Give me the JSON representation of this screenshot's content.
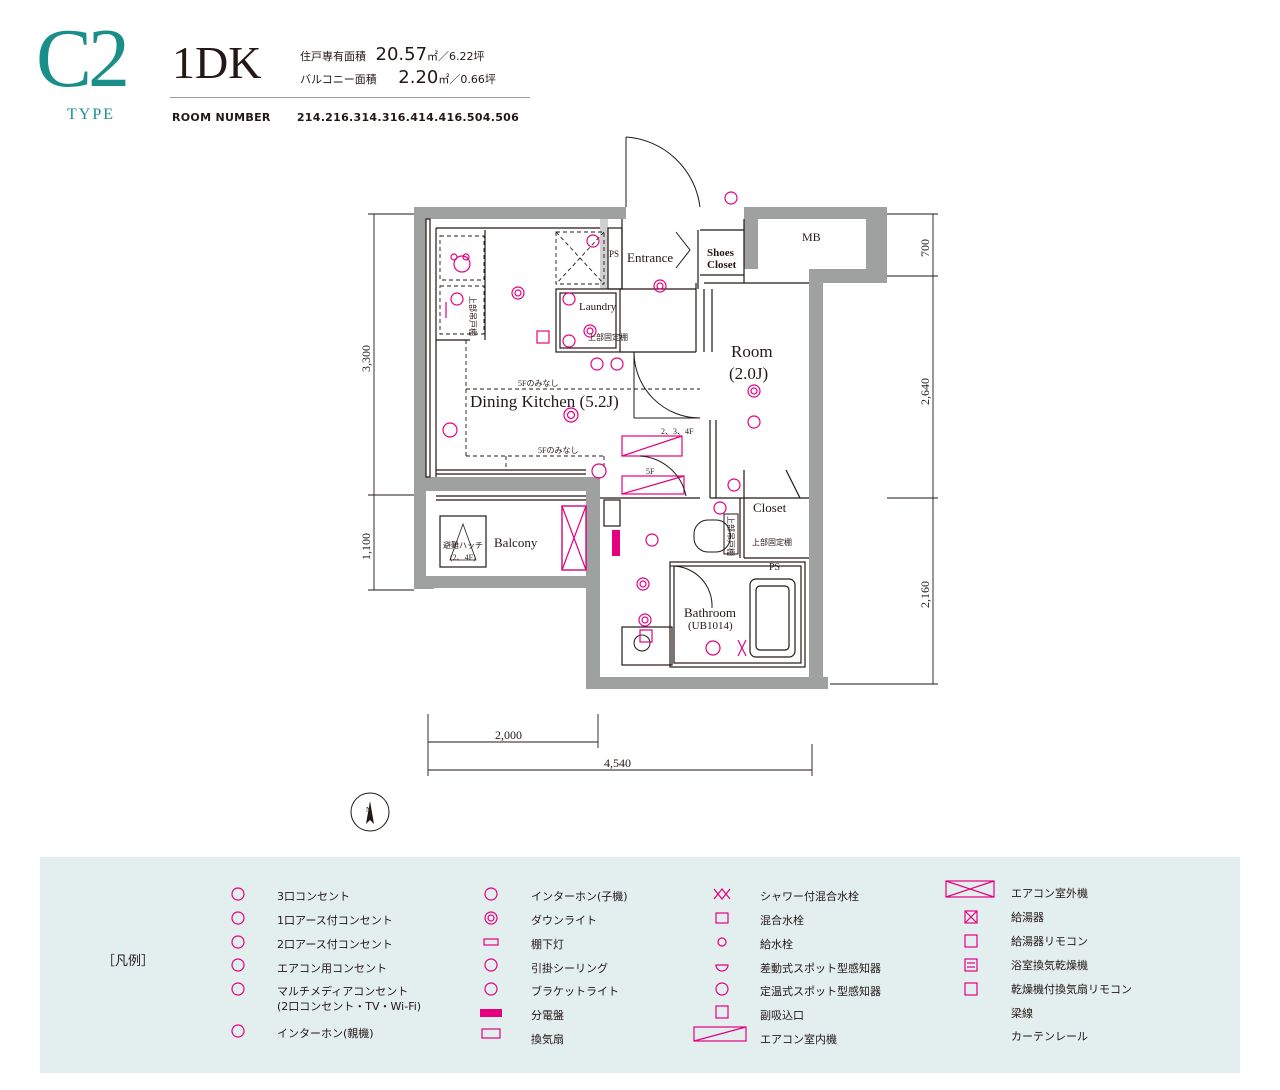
{
  "header": {
    "type_code": "C2",
    "type_word": "TYPE",
    "plan_type": "1DK",
    "unit_area_label": "住戸専有面積",
    "unit_area_value": "20.57",
    "unit_area_suffix": "㎡／6.22坪",
    "balcony_area_label": "バルコニー面積",
    "balcony_area_value": "2.20",
    "balcony_area_suffix": "㎡／0.66坪",
    "room_number_label": "ROOM NUMBER",
    "room_numbers": "214.216.314.316.414.416.504.506"
  },
  "floorplan": {
    "rooms": {
      "dining_kitchen": "Dining Kitchen (5.2J)",
      "room": "Room",
      "room_size": "(2.0J)",
      "entrance": "Entrance",
      "shoes_closet_1": "Shoes",
      "shoes_closet_2": "Closet",
      "mb": "MB",
      "laundry": "Laundry",
      "closet": "Closet",
      "bathroom": "Bathroom",
      "bathroom_ub": "(UB1014)",
      "balcony": "Balcony",
      "ps": "PS",
      "ps_bath": "PS"
    },
    "notes": {
      "kitchen_shelf": "上部吊戸棚",
      "laundry_shelf": "上部固定棚",
      "closet_shelf": "上部固定棚",
      "toilet_shelf": "上部吊戸棚",
      "mezzanine_1": "5Fのみなし",
      "mezzanine_2": "5Fのみなし",
      "floor_234": "2、3、4F",
      "floor_5": "5F",
      "hatch": "避難ハッチ",
      "hatch_floors": "(2、4F)"
    },
    "dimensions": {
      "left_top": "3,300",
      "left_bottom": "1,100",
      "right_top": "700",
      "right_mid": "2,640",
      "right_bottom": "2,160",
      "bottom_short": "2,000",
      "bottom_total": "4,540"
    },
    "compass": "N"
  },
  "legend": {
    "title": "［凡例］",
    "col1": [
      "3口コンセント",
      "1口アース付コンセント",
      "2口アース付コンセント",
      "エアコン用コンセント",
      "マルチメディアコンセント",
      "(2口コンセント・TV・Wi-Fi)",
      "インターホン(親機)"
    ],
    "col2": [
      "インターホン(子機)",
      "ダウンライト",
      "棚下灯",
      "引掛シーリング",
      "ブラケットライト",
      "分電盤",
      "換気扇"
    ],
    "col3": [
      "シャワー付混合水栓",
      "混合水栓",
      "給水栓",
      "差動式スポット型感知器",
      "定温式スポット型感知器",
      "副吸込口",
      "エアコン室内機"
    ],
    "col4": [
      "エアコン室外機",
      "給湯器",
      "給湯器リモコン",
      "浴室換気乾燥機",
      "乾燥機付換気扇リモコン",
      "梁線",
      "カーテンレール"
    ]
  },
  "colors": {
    "teal": "#1a8f8a",
    "magenta": "#e4007f",
    "wall": "#9fa0a0",
    "legend_bg": "#e3eeef"
  }
}
